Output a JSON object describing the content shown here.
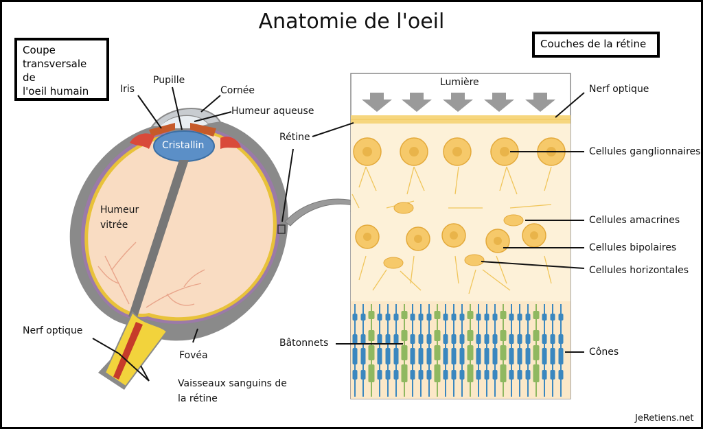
{
  "title": "Anatomie de l'oeil",
  "left_box": "Coupe\ntransversale de\nl'oeil humain",
  "right_box": "Couches de la rétine",
  "eye_labels": {
    "iris": "Iris",
    "pupille": "Pupille",
    "cornee": "Cornée",
    "humeur_aqueuse": "Humeur aqueuse",
    "cristallin": "Cristallin",
    "humeur_vitree": "Humeur\nvitrée",
    "retine": "Rétine",
    "nerf_optique": "Nerf optique",
    "fovea": "Fovéa",
    "vaisseaux": "Vaisseaux sanguins de\nla rétine"
  },
  "retina_labels": {
    "lumiere": "Lumière",
    "nerf_optique": "Nerf optique",
    "ganglionnaires": "Cellules ganglionnaires",
    "amacrines": "Cellules amacrines",
    "bipolaires": "Cellules bipolaires",
    "horizontales": "Cellules horizontales",
    "batonnets": "Bâtonnets",
    "cones": "Cônes"
  },
  "credit": "JeRetiens.net",
  "colors": {
    "sclera": "#8a8a8a",
    "vitreous": "#f9dcc2",
    "lens": "#5b8fc7",
    "iris": "#c65a2a",
    "nerve": "#f2d33c",
    "retina_bg": "#fdf1d8",
    "cell": "#f6c96a",
    "rod": "#8fb860",
    "cone": "#3a87bf",
    "arrow": "#9a9a9a"
  }
}
